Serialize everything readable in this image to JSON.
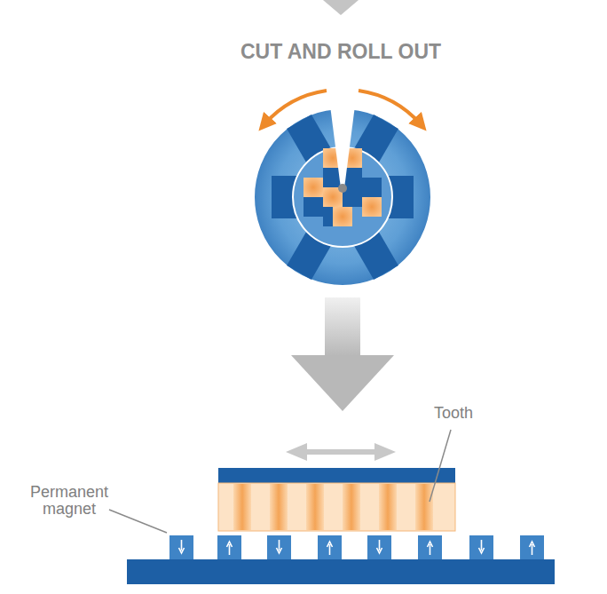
{
  "diagram": {
    "title": "CUT AND ROLL OUT",
    "labels": [
      "Tooth",
      "Permanent magnet"
    ]
  }
}
